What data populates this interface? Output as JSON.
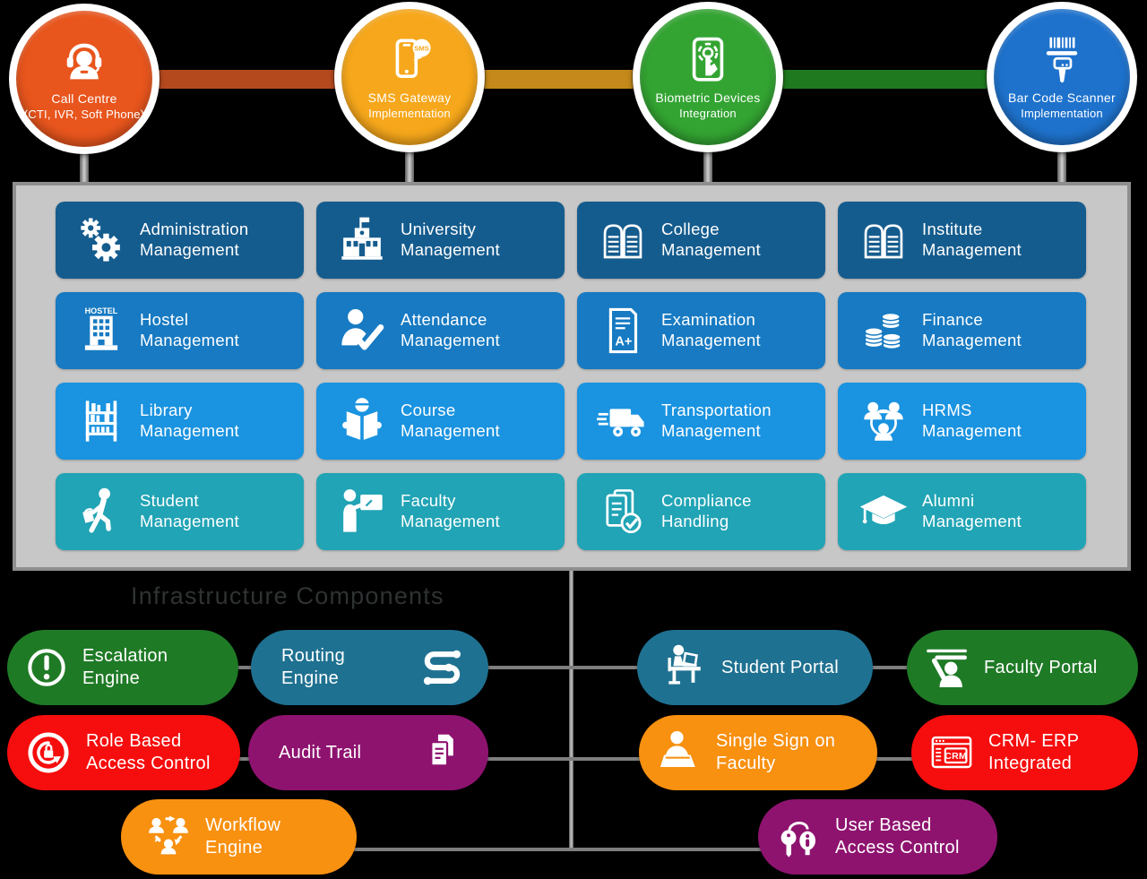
{
  "top_nodes": [
    {
      "line1": "Call Centre",
      "line2": "(CTI, IVR, Soft Phone)",
      "color": "#E8551D",
      "icon": "headset-icon"
    },
    {
      "line1": "SMS Gateway",
      "line2": "Implementation",
      "color": "#F6A71B",
      "icon": "sms-phone-icon",
      "icon_text": "SMS"
    },
    {
      "line1": "Biometric Devices",
      "line2": "Integration",
      "color": "#33A432",
      "icon": "biometric-tablet-icon"
    },
    {
      "line1": "Bar Code Scanner",
      "line2": "Implementation",
      "color": "#1E72CC",
      "icon": "barcode-scanner-icon"
    }
  ],
  "top_connectors": [
    {
      "color": "#B5491E"
    },
    {
      "color": "#C4891A"
    },
    {
      "color": "#1F7A1F"
    }
  ],
  "panel": {
    "bg": "#C7C7C7",
    "border": "#8E8E8E"
  },
  "modules_panel": {
    "rows": [
      {
        "color": "#155C8E",
        "tiles": [
          {
            "line1": "Administration",
            "line2": "Management",
            "icon": "gears-icon"
          },
          {
            "line1": "University",
            "line2": "Management",
            "icon": "university-building-icon"
          },
          {
            "line1": "College",
            "line2": "Management",
            "icon": "gate-icon"
          },
          {
            "line1": "Institute",
            "line2": "Management",
            "icon": "gate-icon"
          }
        ]
      },
      {
        "color": "#177AC2",
        "tiles": [
          {
            "line1": "Hostel",
            "line2": "Management",
            "icon": "hostel-building-icon",
            "icon_text": "HOSTEL"
          },
          {
            "line1": "Attendance",
            "line2": "Management",
            "icon": "person-check-icon"
          },
          {
            "line1": "Examination",
            "line2": "Management",
            "icon": "exam-paper-icon",
            "icon_text": "A+"
          },
          {
            "line1": "Finance",
            "line2": "Management",
            "icon": "coins-icon"
          }
        ]
      },
      {
        "color": "#1A93E0",
        "tiles": [
          {
            "line1": "Library",
            "line2": "Management",
            "icon": "bookshelf-icon"
          },
          {
            "line1": "Course",
            "line2": "Management",
            "icon": "reader-book-icon"
          },
          {
            "line1": "Transportation",
            "line2": "Management",
            "icon": "truck-icon"
          },
          {
            "line1": "HRMS",
            "line2": "Management",
            "icon": "people-network-icon"
          }
        ]
      },
      {
        "color": "#21A4B5",
        "tiles": [
          {
            "line1": "Student",
            "line2": "Management",
            "icon": "walking-student-icon"
          },
          {
            "line1": "Faculty",
            "line2": "Management",
            "icon": "teacher-board-icon"
          },
          {
            "line1": "Compliance",
            "line2": "Handling",
            "icon": "clipboard-check-icon"
          },
          {
            "line1": "Alumni",
            "line2": "Management",
            "icon": "graduation-cap-icon"
          }
        ]
      }
    ]
  },
  "infrastructure": {
    "heading": "Infrastructure Components",
    "heading_color": "#2F3233",
    "line_color": "#7E7E7E",
    "pills": [
      {
        "line1": "Escalation",
        "line2": "Engine",
        "color": "#1F7A26",
        "icon": "exclamation-circle-icon"
      },
      {
        "line1": "Routing",
        "line2": "Engine",
        "color": "#1F7191",
        "icon": "route-icon"
      },
      {
        "line1": "Student Portal",
        "color": "#1F7191",
        "icon": "student-desk-icon"
      },
      {
        "line1": "Faculty Portal",
        "color": "#1F7A26",
        "icon": "faculty-board-icon"
      },
      {
        "line1": "Role Based",
        "line2": "Access Control",
        "color": "#F60D0D",
        "icon": "rbac-lock-icon"
      },
      {
        "line1": "Audit Trail",
        "color": "#8E136F",
        "icon": "documents-icon"
      },
      {
        "line1": "Single Sign on",
        "line2": "Faculty",
        "color": "#F89010",
        "icon": "person-laptop-icon"
      },
      {
        "line1": "CRM- ERP",
        "line2": "Integrated",
        "color": "#F60D0D",
        "icon": "crm-window-icon",
        "icon_text": "CRM"
      },
      {
        "line1": "Workflow",
        "line2": "Engine",
        "color": "#F89010",
        "icon": "people-cycle-icon"
      },
      {
        "line1": "User Based",
        "line2": "Access Control",
        "color": "#8E136F",
        "icon": "keys-icon"
      }
    ]
  }
}
